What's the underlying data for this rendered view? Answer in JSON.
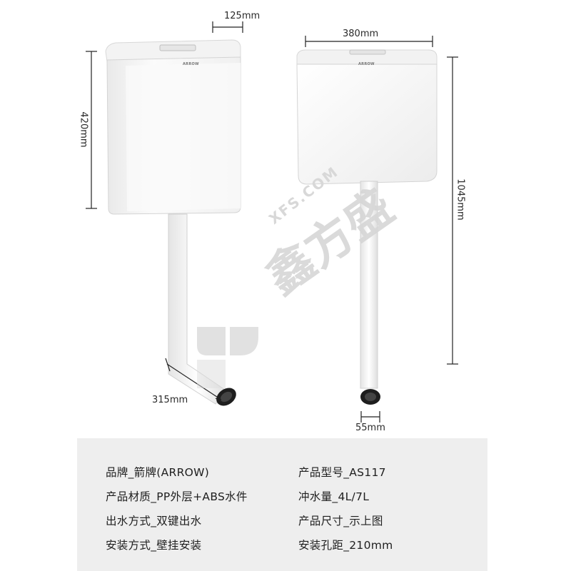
{
  "dimensions": {
    "side_depth": "125mm",
    "side_height": "420mm",
    "side_outlet": "315mm",
    "front_width": "380mm",
    "front_total_height": "1045mm",
    "front_outlet": "55mm"
  },
  "logo": {
    "side_text": "ARROW",
    "front_text": "ARROW"
  },
  "watermark": {
    "text": "XFS.COM",
    "cn_text": "鑫方盛"
  },
  "specs": [
    {
      "text": "品牌_箭牌(ARROW)"
    },
    {
      "text": "产品型号_AS117"
    },
    {
      "text": "产品材质_PP外层+ABS水件"
    },
    {
      "text": "冲水量_4L/7L"
    },
    {
      "text": "出水方式_双键出水"
    },
    {
      "text": "产品尺寸_示上图"
    },
    {
      "text": "安装方式_壁挂安装"
    },
    {
      "text": "安装孔距_210mm"
    }
  ],
  "colors": {
    "tank_body": "#f7f7f7",
    "tank_edge": "#d9d9d9",
    "panel_bg": "#eeeeee",
    "dim_line": "#222222",
    "watermark": "#d6d6d6"
  }
}
